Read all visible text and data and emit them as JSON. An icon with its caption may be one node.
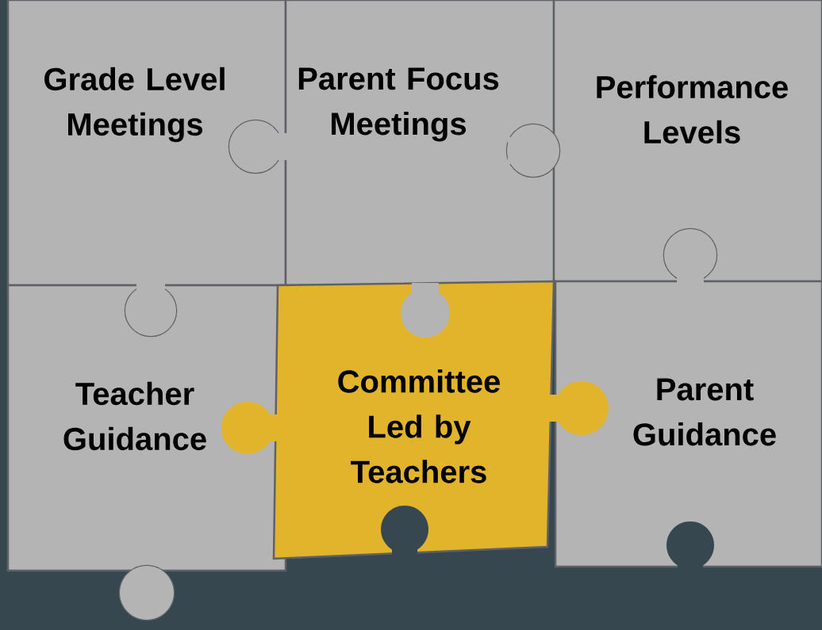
{
  "diagram": {
    "nodes": [
      {
        "text": [
          "Grade Level Meetings"
        ]
      },
      {
        "text": [
          "Parent Focus Meetings"
        ]
      },
      {
        "text": [
          "Performance Levels"
        ]
      },
      {
        "text": [
          "Teacher Guidance"
        ]
      },
      {
        "text": [
          "Committee Led by Teachers"
        ]
      },
      {
        "text": [
          "Parent Guidance"
        ]
      }
    ]
  }
}
